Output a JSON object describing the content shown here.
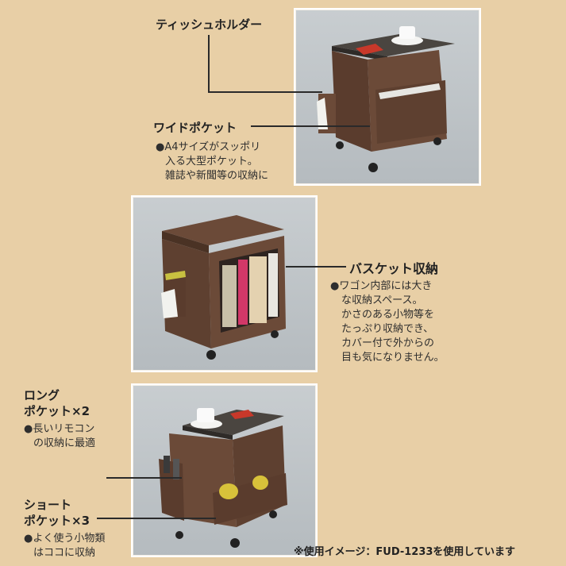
{
  "features": {
    "tissue_holder": {
      "title": "ティッシュホルダー"
    },
    "wide_pocket": {
      "title": "ワイドポケット",
      "lines": [
        "●A4サイズがスッポリ",
        "入る大型ポケット。",
        "雑誌や新聞等の収納に"
      ]
    },
    "basket": {
      "title": "バスケット収納",
      "lines": [
        "●ワゴン内部には大き",
        "な収納スペース。",
        "かさのある小物等を",
        "たっぷり収納でき、",
        "カバー付で外からの",
        "目も気になりません。"
      ]
    },
    "long_pocket": {
      "title_lines": [
        "ロング",
        "ポケット×2"
      ],
      "lines": [
        "●長いリモコン",
        "の収納に最適"
      ]
    },
    "short_pocket": {
      "title_lines": [
        "ショート",
        "ポケット×3"
      ],
      "lines": [
        "●よく使う小物類",
        "はココに収納"
      ]
    }
  },
  "footnote": "※使用イメージ：FUD-1233を使用しています",
  "colors": {
    "background": "#e8cfa6",
    "cover": "#6b4a38",
    "photo_bg": "#c0c6c9"
  }
}
